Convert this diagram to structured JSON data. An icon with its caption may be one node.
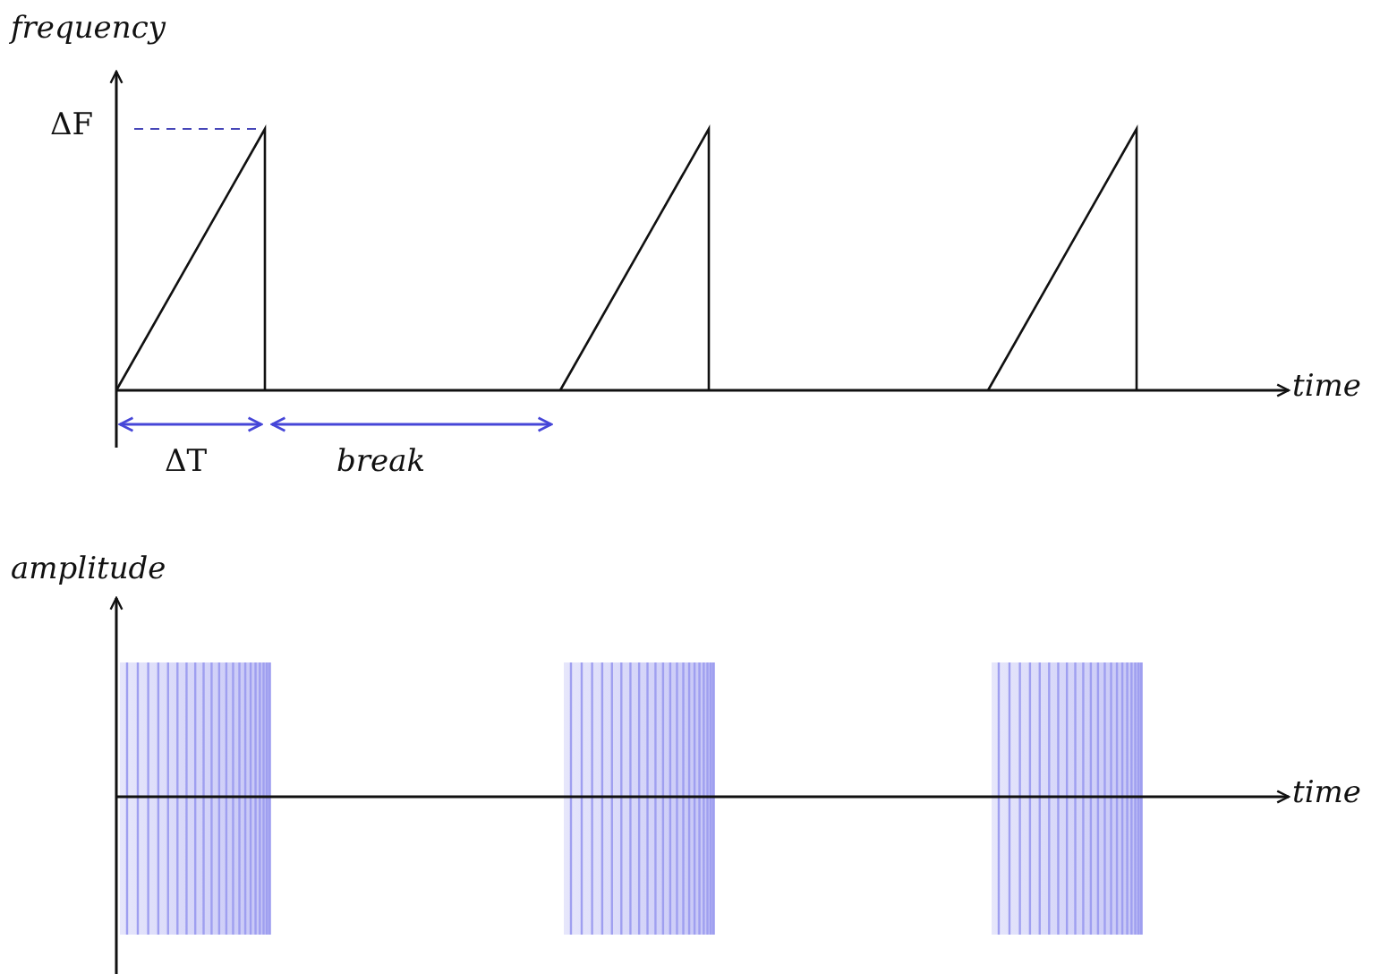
{
  "diagram": {
    "labels": [
      "frequency",
      "ΔF",
      "time",
      "ΔT",
      "break",
      "amplitude",
      "time"
    ]
  }
}
